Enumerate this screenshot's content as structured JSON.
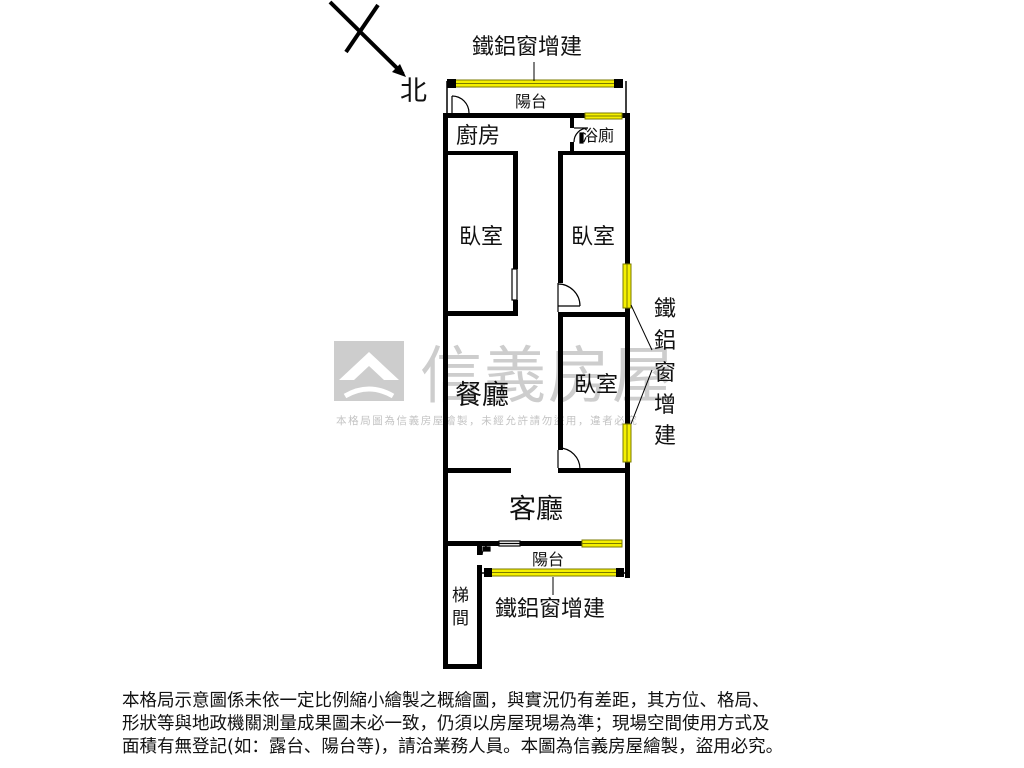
{
  "compass": {
    "label": "北"
  },
  "rooms": {
    "kitchen": "廚房",
    "bathroom": "浴廁",
    "bedroom_1": "臥室",
    "bedroom_2": "臥室",
    "bedroom_3": "臥室",
    "dining": "餐廳",
    "living": "客廳",
    "balcony_north": "陽台",
    "balcony_south": "陽台",
    "stairwell_line1": "梯",
    "stairwell_line2": "間"
  },
  "annotations": {
    "top_window": "鐵鋁窗增建",
    "bottom_window": "鐵鋁窗增建",
    "side_window": [
      "鐵",
      "鋁",
      "窗",
      "增",
      "建"
    ]
  },
  "watermark": {
    "brand": "信義房屋",
    "notice": "本格局圖為信義房屋繪製，未經允許請勿盜用，違者必究"
  },
  "disclaimer": [
    "本格局示意圖係未依一定比例縮小繪製之概繪圖，與實況仍有差距，其方位、格局、",
    "形狀等與地政機關測量成果圖未必一致，仍須以房屋現場為準；現場空間使用方式及",
    "面積有無登記(如：露台、陽台等)，請洽業務人員。本圖為信義房屋繪製，盜用必究。"
  ],
  "colors": {
    "wall": "#000000",
    "window_fill": "#f5f000",
    "window_stroke": "#7a7a00",
    "watermark": "#c8c8c8"
  }
}
